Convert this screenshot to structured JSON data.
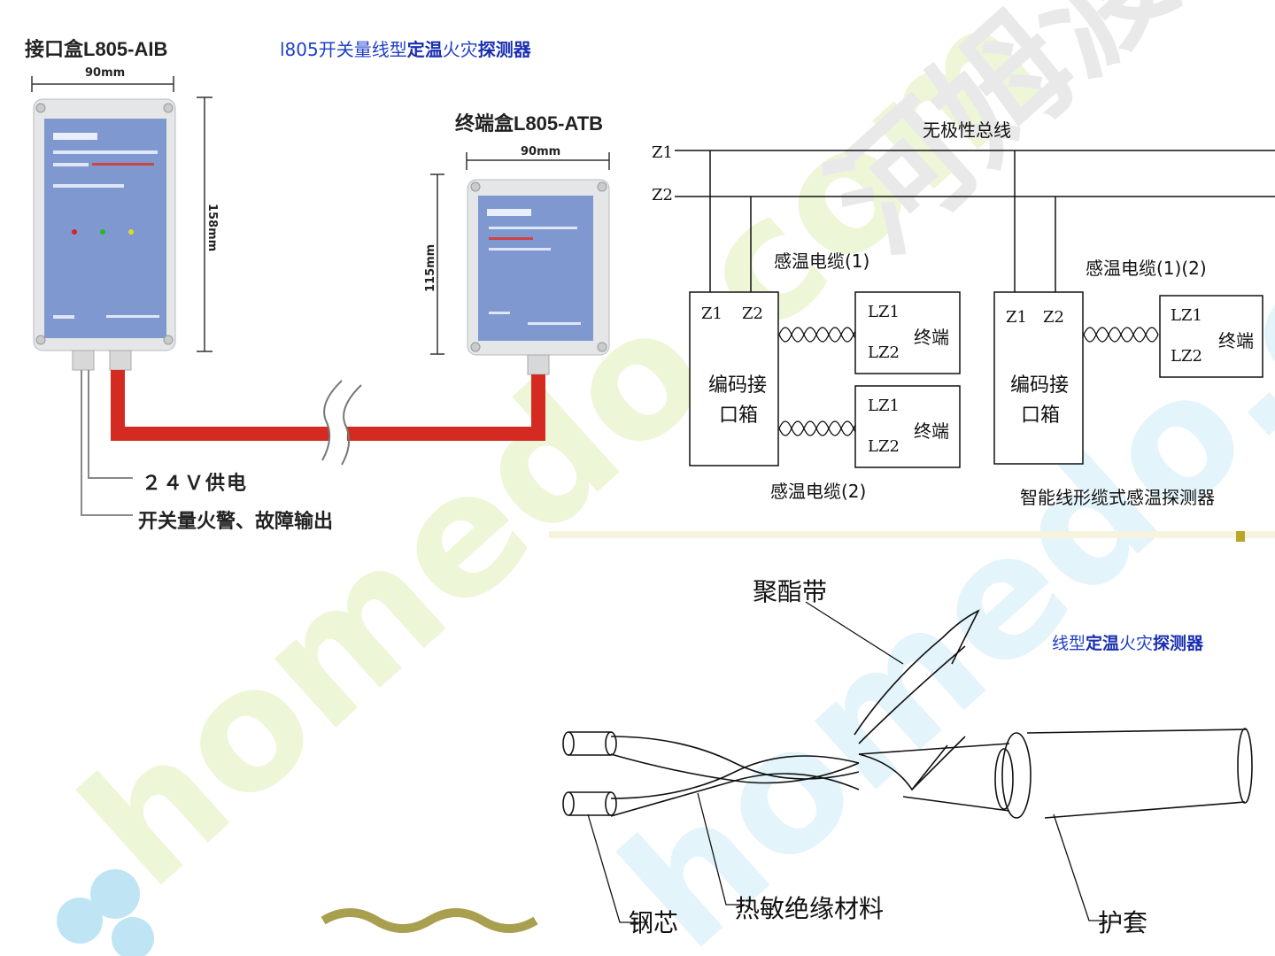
{
  "watermark": {
    "text": "homedo.com",
    "brand": "河姆渡"
  },
  "product": {
    "interface_box_title": "接口盒L805-AIB",
    "interface_box_width": "90mm",
    "interface_box_height": "158mm",
    "detector_title_plain_1": "l805开关量线型",
    "detector_title_bold_1": "定温",
    "detector_title_plain_2": "火灾",
    "detector_title_bold_2": "探测器",
    "terminal_box_title": "终端盒L805-ATB",
    "terminal_box_width": "90mm",
    "terminal_box_height": "115mm",
    "power_label": "２４Ｖ供电",
    "output_label": "开关量火警、故障输出"
  },
  "wiring": {
    "bus_label": "无极性总线",
    "bus_lines": [
      "Z1",
      "Z2"
    ],
    "sensing_cable_1": "感温电缆(1)",
    "sensing_cable_2": "感温电缆(2)",
    "sensing_cable_12": "感温电缆(1)(2)",
    "box_terminals": [
      "Z1",
      "Z2"
    ],
    "encoder_box": "编码接\n口箱",
    "end_terminals": [
      "LZ1",
      "LZ2"
    ],
    "end_label": "终端",
    "detector_caption": "智能线形缆式感温探测器"
  },
  "cable": {
    "polyester_tape": "聚酯带",
    "detector_title_plain_1": "线型",
    "detector_title_bold_1": "定温",
    "detector_title_plain_2": "火灾",
    "detector_title_bold_2": "探测器",
    "steel_core": "钢芯",
    "heat_sensitive_insulation": "热敏绝缘材料",
    "jacket": "护套"
  },
  "colors": {
    "device_blue": "#7f98d0",
    "cable_red": "#d42a22",
    "accent_blue": "#2040c8"
  }
}
